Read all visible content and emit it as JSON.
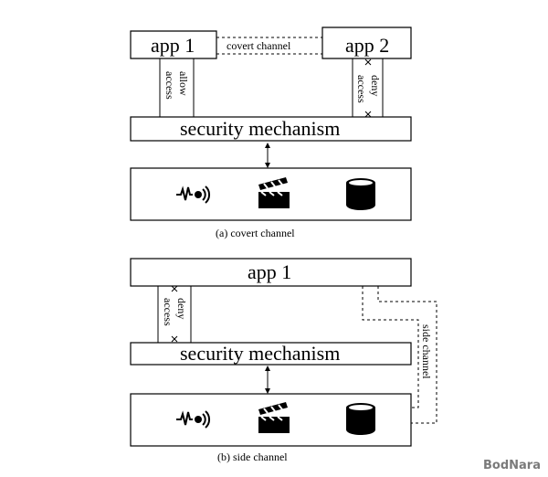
{
  "panel_a": {
    "app1": "app 1",
    "app2": "app 2",
    "covert_channel": "covert channel",
    "allow_access": [
      "allow",
      "access"
    ],
    "deny_access": [
      "deny",
      "access"
    ],
    "security_mechanism": "security mechanism",
    "resources": [
      "sensor-waves-icon",
      "clapperboard-icon",
      "storage-drum-icon"
    ],
    "caption": "(a) covert channel"
  },
  "panel_b": {
    "app1": "app 1",
    "deny_access": [
      "deny",
      "access"
    ],
    "security_mechanism": "security mechanism",
    "side_channel": "side channel",
    "resources": [
      "sensor-waves-icon",
      "clapperboard-icon",
      "storage-drum-icon"
    ],
    "caption": "(b) side channel"
  },
  "watermark": "BodNara"
}
